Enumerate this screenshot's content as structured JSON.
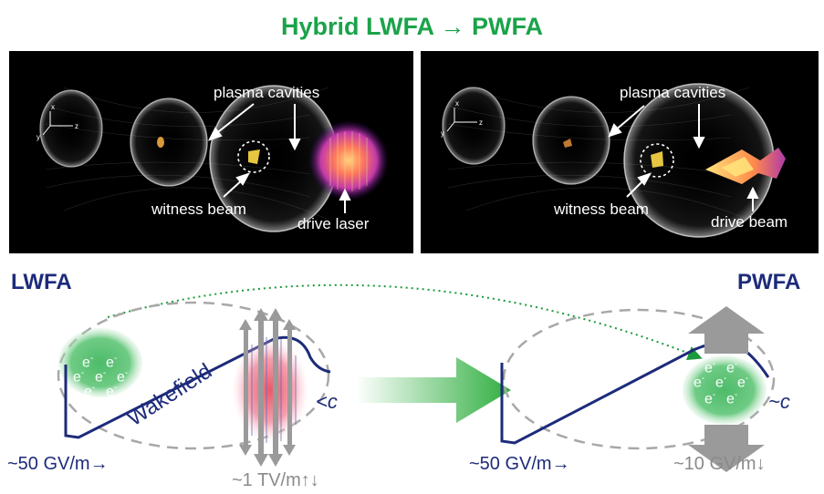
{
  "title": "Hybrid LWFA → PWFA",
  "left_panel": {
    "plasma_cavities": "plasma cavities",
    "witness_beam": "witness beam",
    "driver": "drive laser",
    "axes": {
      "x": "x",
      "y": "y",
      "z": "z"
    }
  },
  "right_panel": {
    "plasma_cavities": "plasma cavities",
    "witness_beam": "witness beam",
    "driver": "drive beam",
    "axes": {
      "x": "x",
      "y": "y",
      "z": "z"
    }
  },
  "lwfa": {
    "badge": "LWFA",
    "wakefield": "Wakefield",
    "electron": "e",
    "speed": "<c",
    "field_label": "~50 GV/m→",
    "driver_field": "~1 TV/m↑↓"
  },
  "pwfa": {
    "badge": "PWFA",
    "electron": "e",
    "speed": "~c",
    "field_label": "~50 GV/m→",
    "driver_field": "~10 GV/m↓"
  },
  "colors": {
    "title_green": "#1aa34a",
    "navy": "#1d2b7a",
    "gray": "#8a8a8a",
    "electron_green": "#4dbb6a"
  }
}
